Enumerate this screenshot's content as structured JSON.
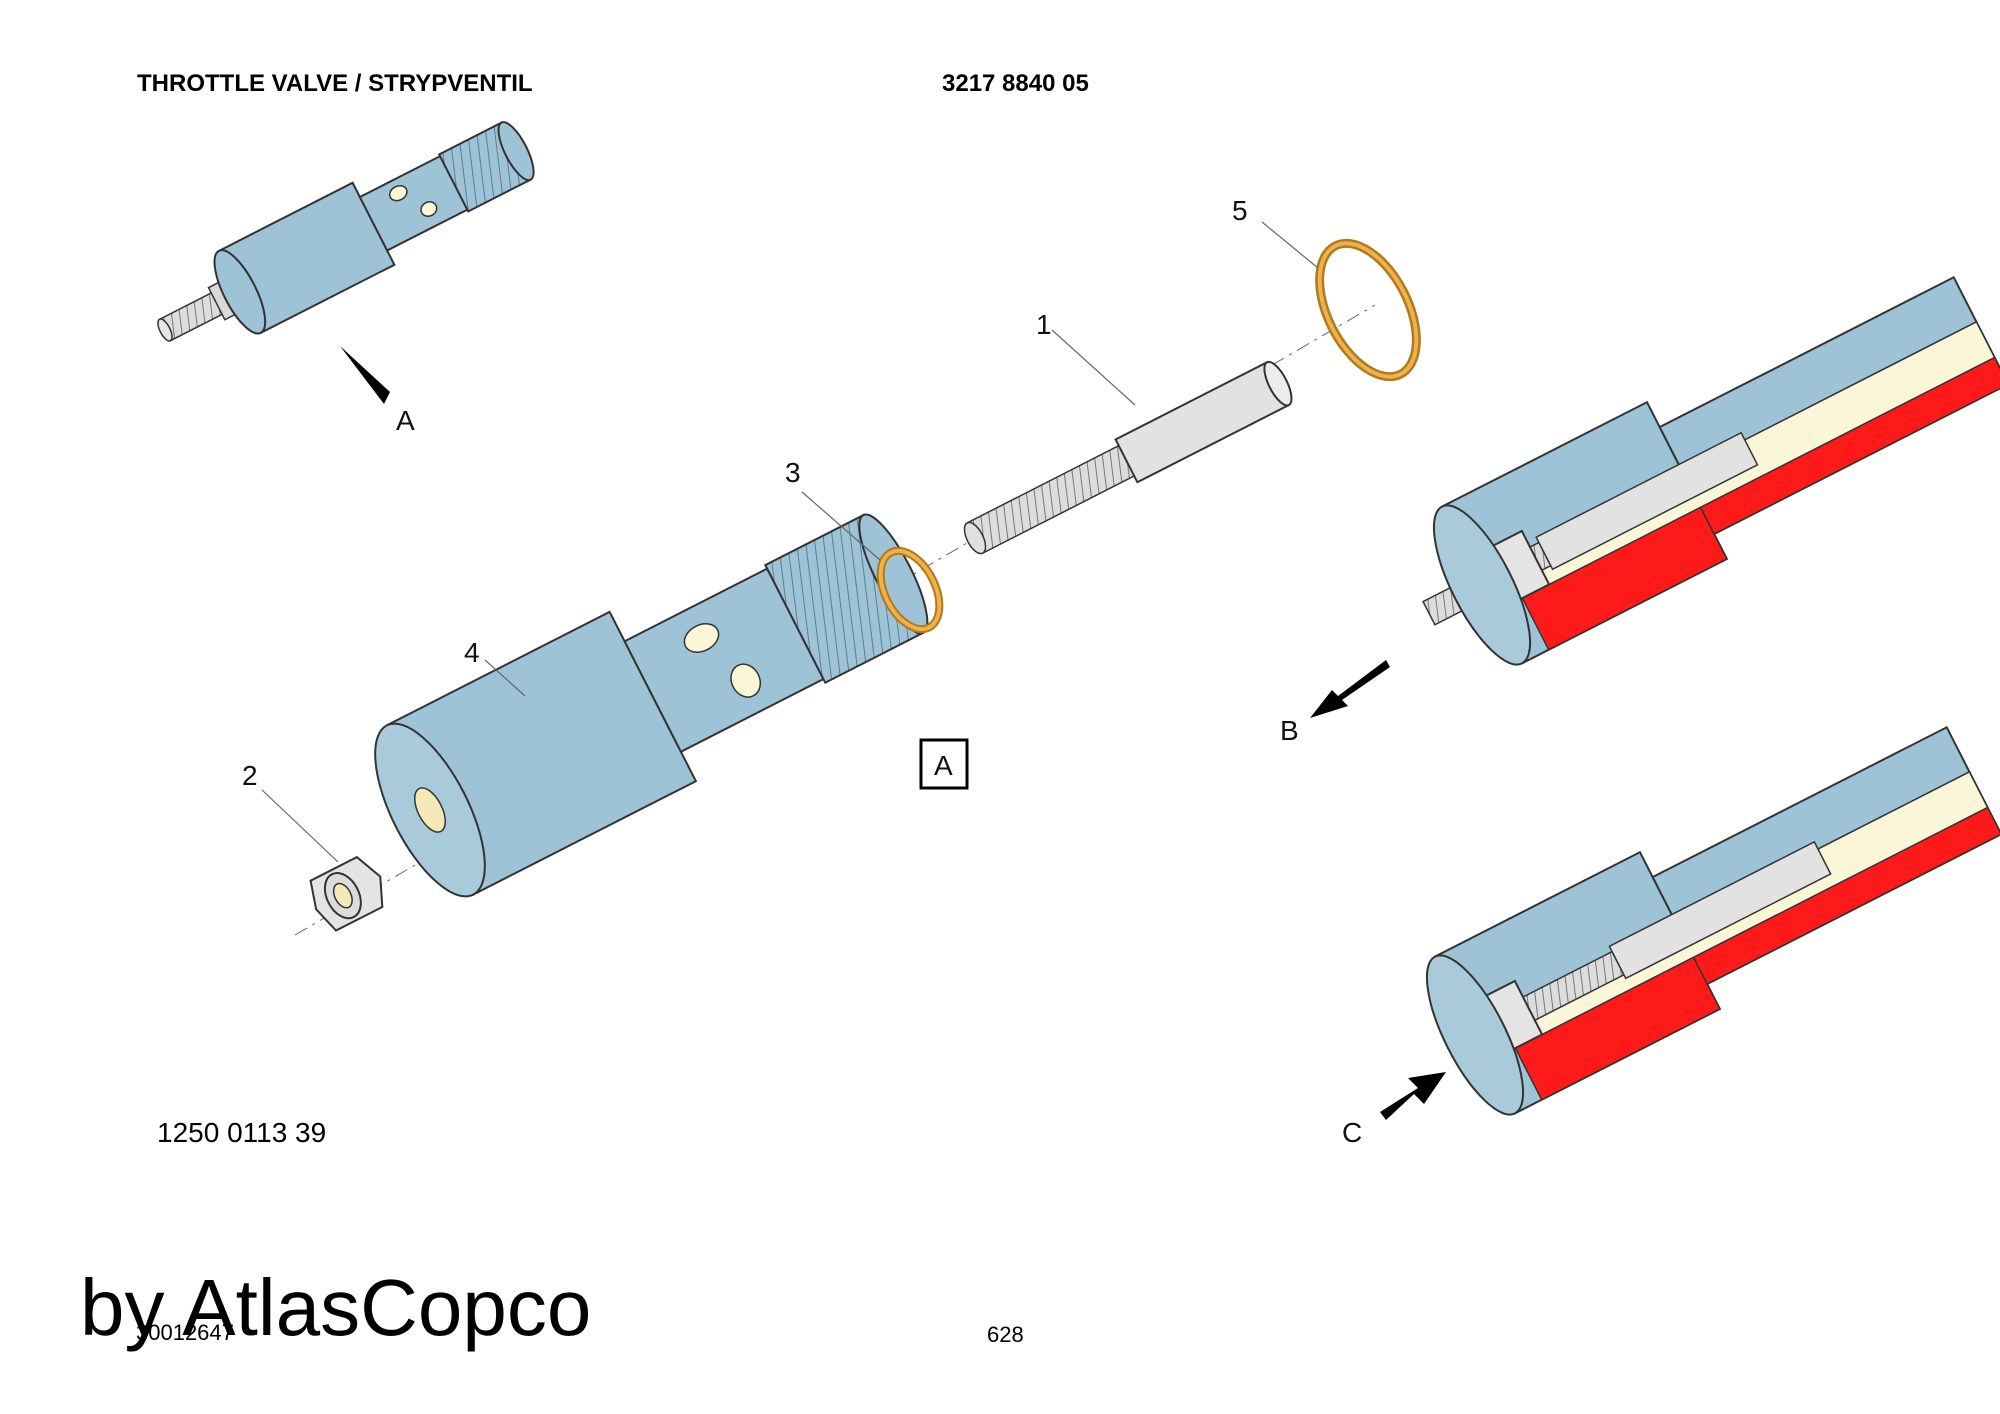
{
  "header": {
    "title": "THROTTLE VALVE / STRYPVENTIL",
    "part_number": "3217 8840 05"
  },
  "callouts": {
    "item1": "1",
    "item2": "2",
    "item3": "3",
    "item4": "4",
    "item5": "5",
    "view_a_arrow": "A",
    "view_a_box": "A",
    "flow_b": "B",
    "flow_c": "C"
  },
  "footer": {
    "drawing_number": "1250 0113 39",
    "doc_code": "30012647",
    "page_number": "628",
    "watermark": "by AtlasCopco"
  },
  "colors": {
    "body_blue": "#9fc3d6",
    "section_red": "#ff1a1a",
    "seal_orange": "#e8a53c",
    "steel_grey": "#dcdcdc",
    "bore_cream": "#fbf6d8"
  }
}
